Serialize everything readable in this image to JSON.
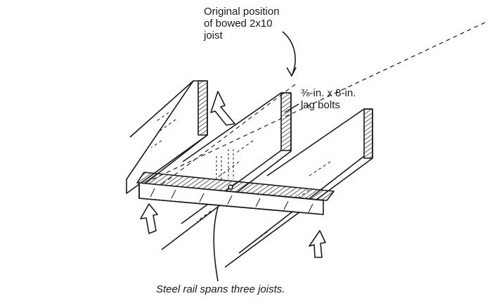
{
  "diagram": {
    "labels": {
      "original_position_line1": "Original position",
      "original_position_line2": "of bowed 2x10",
      "original_position_line3": "joist",
      "lag_bolts_line1": "⅜-in. x 8-in.",
      "lag_bolts_line2": "lag bolts",
      "caption": "Steel rail spans three joists."
    },
    "colors": {
      "ink": "#1a1a1a",
      "background": "#ffffff"
    }
  }
}
